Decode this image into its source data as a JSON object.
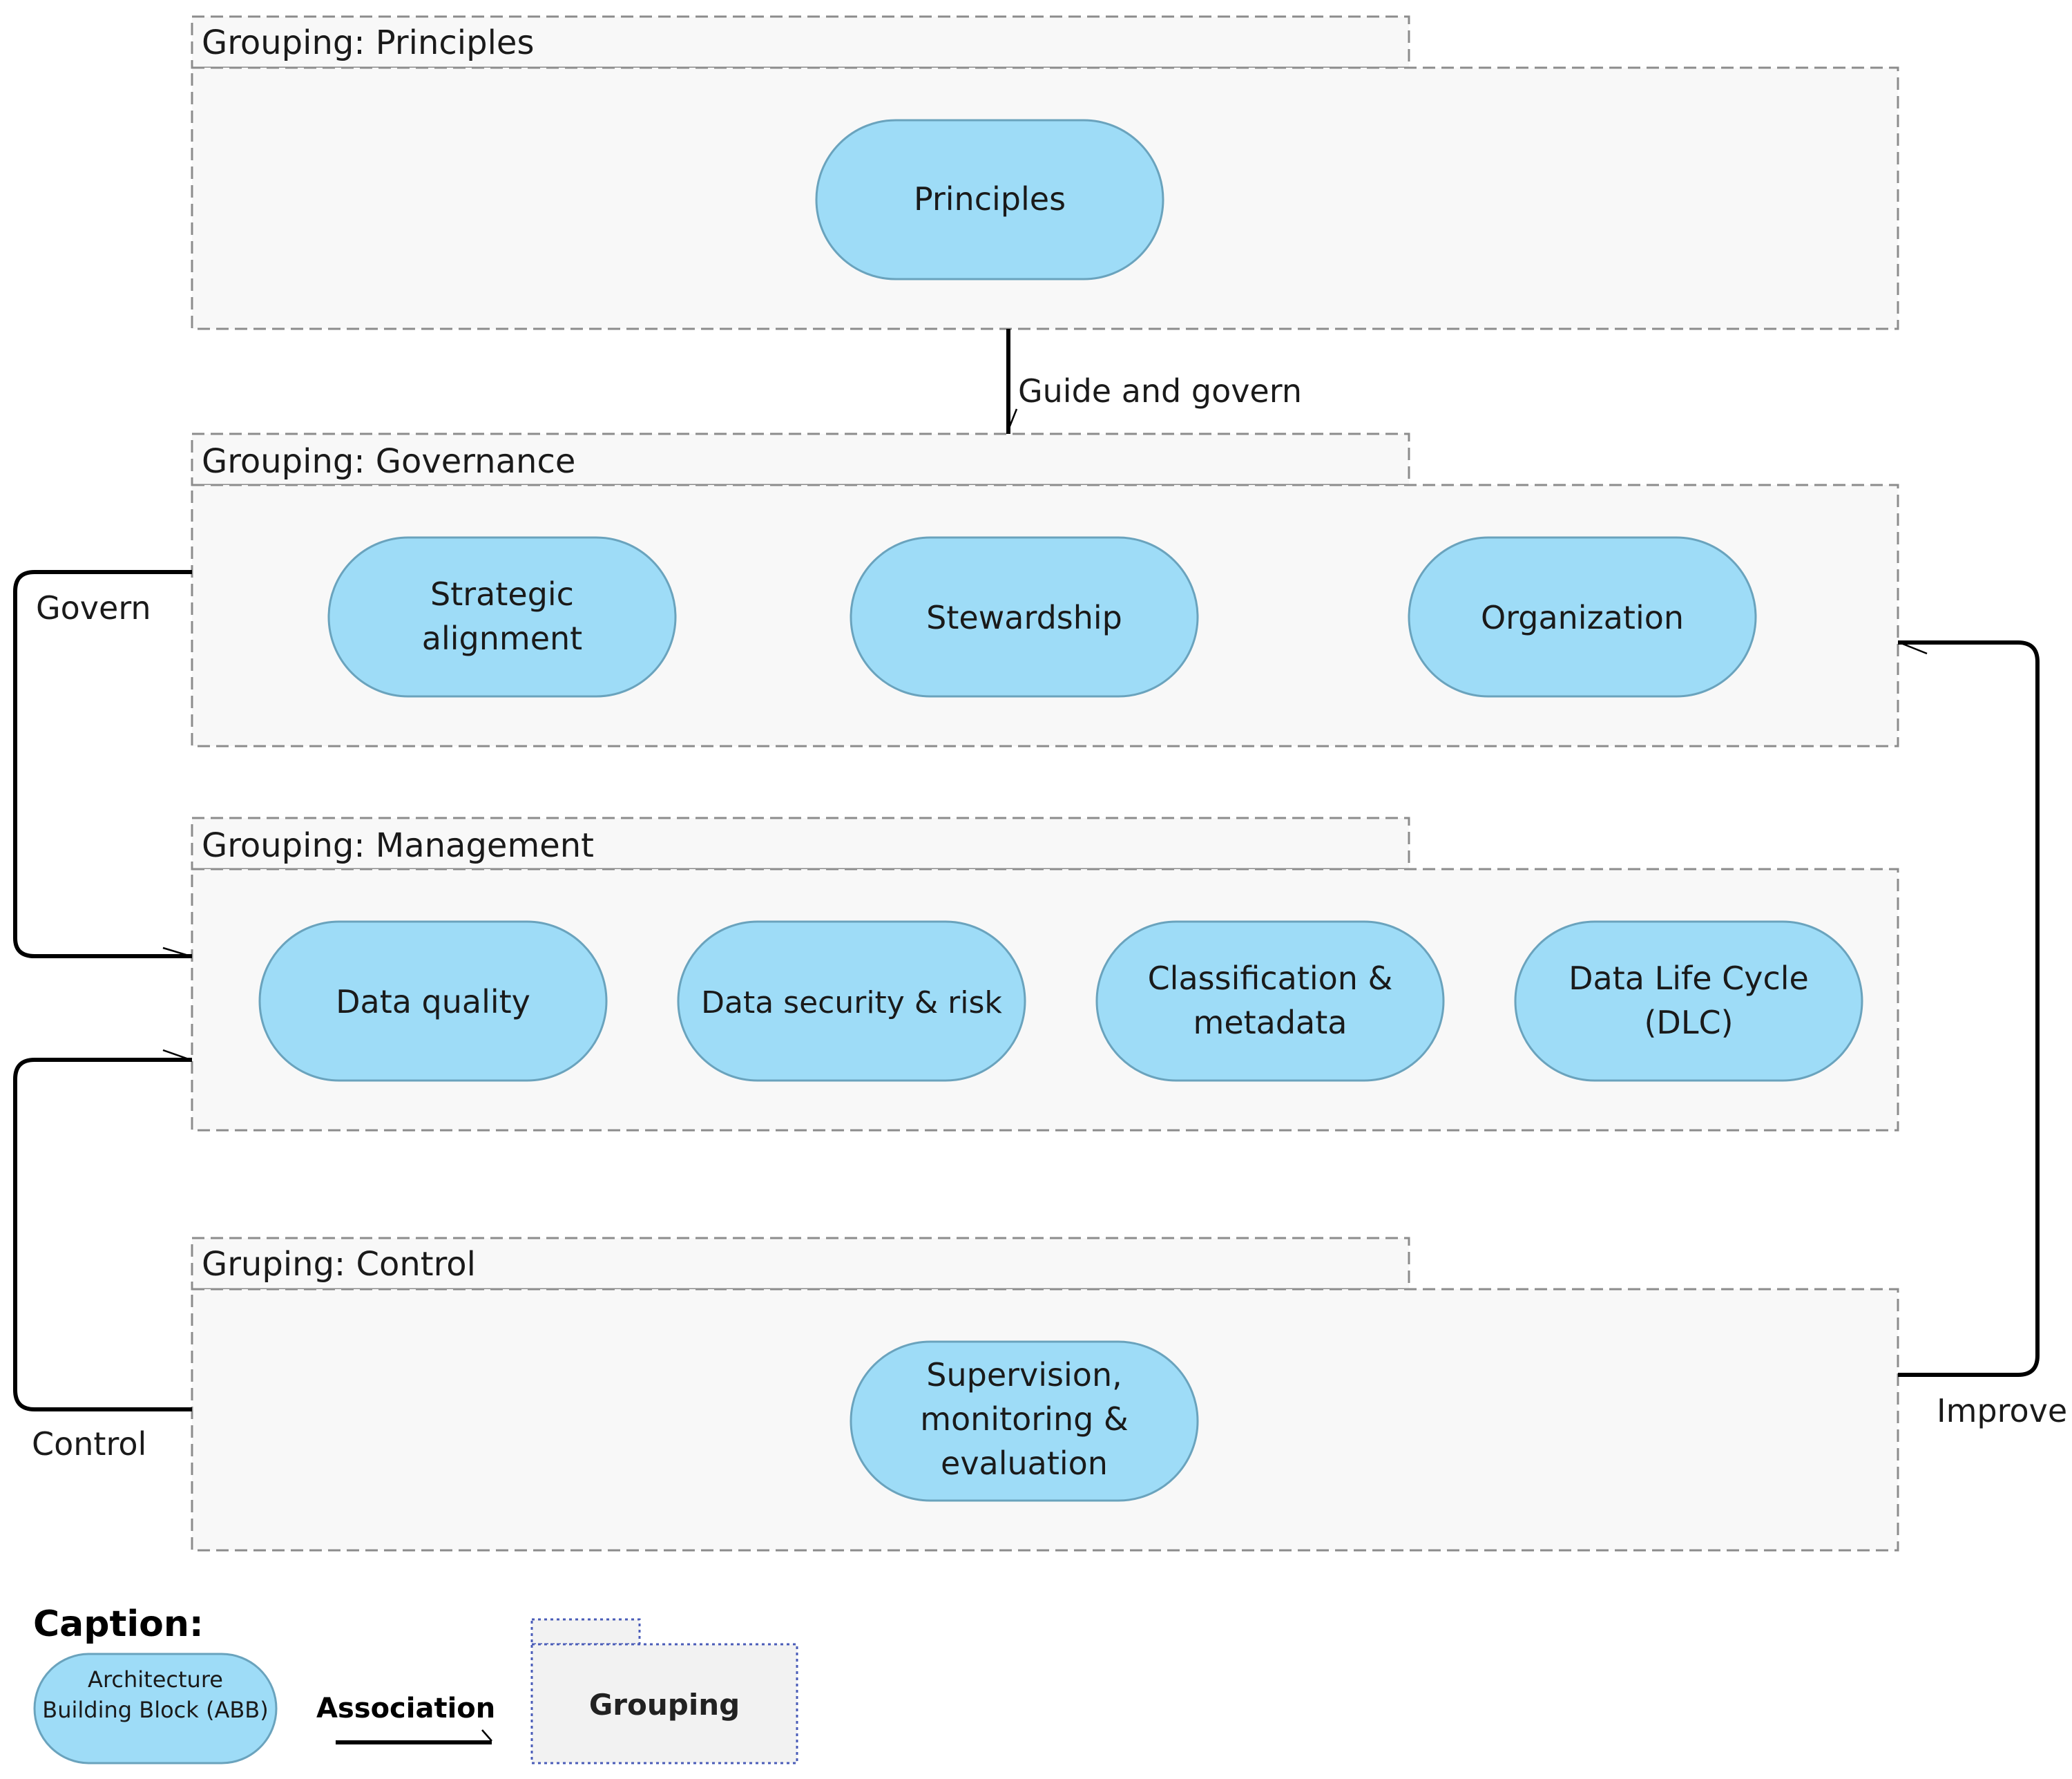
{
  "groups": {
    "principles": "Grouping: Principles",
    "governance": "Grouping: Governance",
    "management": "Grouping: Management",
    "control": "Gruping: Control"
  },
  "blocks": {
    "principles": [
      "Principles"
    ],
    "strategic_alignment": [
      "Strategic",
      "alignment"
    ],
    "stewardship": [
      "Stewardship"
    ],
    "organization": [
      "Organization"
    ],
    "data_quality": [
      "Data quality"
    ],
    "data_security": [
      "Data security & risk"
    ],
    "classification": [
      "Classification &",
      "metadata"
    ],
    "dlc": [
      "Data Life Cycle",
      "(DLC)"
    ],
    "supervision": [
      "Supervision,",
      "monitoring &",
      "evaluation"
    ]
  },
  "edges": {
    "guide": "Guide and govern",
    "govern": "Govern",
    "control": "Control",
    "improve": "Improve"
  },
  "caption": {
    "title": "Caption:",
    "abb": [
      "Architecture",
      "Building Block (ABB)"
    ],
    "association": "Association",
    "grouping": "Grouping"
  },
  "colors": {
    "abb_fill": "#9edcf7",
    "group_fill": "#f8f8f8",
    "association": "#000000"
  }
}
